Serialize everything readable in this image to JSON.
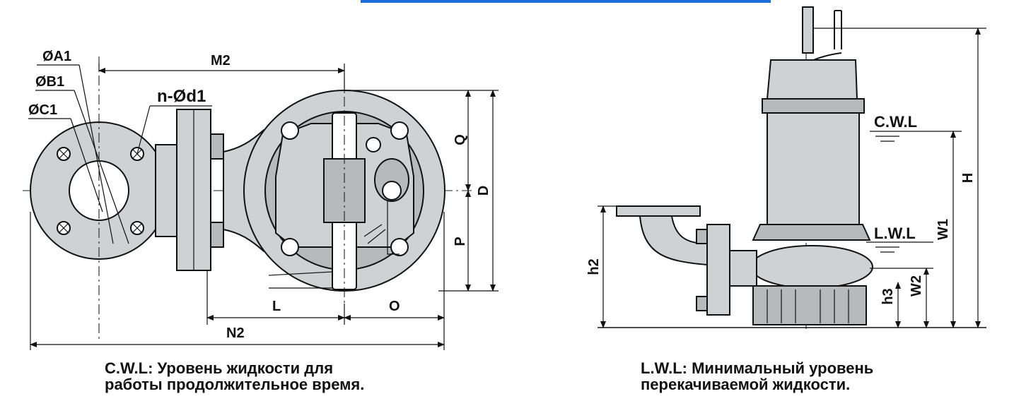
{
  "accent_color": "#1e6fd9",
  "left_view": {
    "labels": {
      "a1": "ØA1",
      "b1": "ØB1",
      "c1": "ØC1",
      "nd1": "n-Ød1",
      "m2": "M2",
      "q": "Q",
      "d": "D",
      "p": "P",
      "l": "L",
      "o": "O",
      "n2": "N2"
    },
    "caption_line1": "C.W.L: Уровень жидкости для",
    "caption_line2": "работы продолжительное время."
  },
  "right_view": {
    "labels": {
      "cwl": "C.W.L",
      "lwl": "L.W.L",
      "h": "H",
      "w1": "W1",
      "w2": "W2",
      "h2": "h2",
      "h3": "h3"
    },
    "caption_line1": "L.W.L: Минимальный уровень",
    "caption_line2": "перекачиваемой жидкости."
  }
}
